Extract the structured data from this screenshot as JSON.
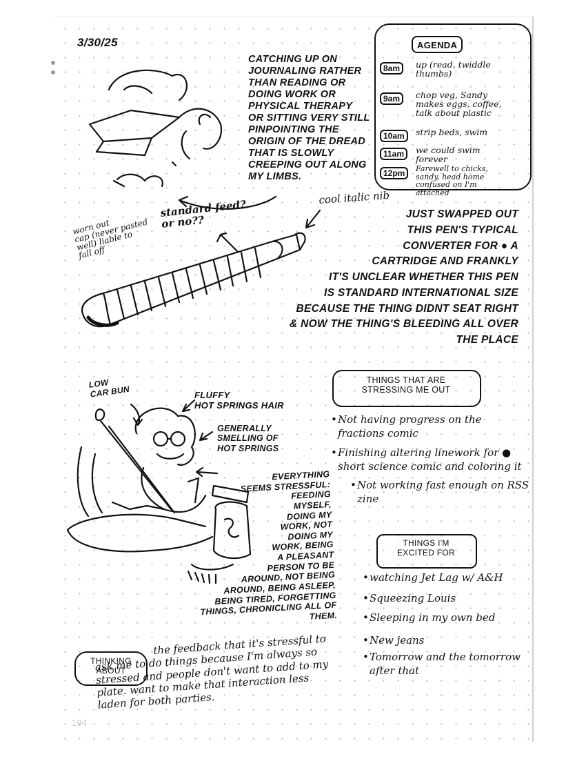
{
  "date": "3/30/25",
  "page_number": "194",
  "intro_text": "CATCHING UP ON\nJOURNALING RATHER\nTHAN READING OR\nDOING WORK OR\nPHYSICAL THERAPY\nOR SITTING VERY STILL\nPINPOINTING THE\nORIGIN OF THE DREAD\nTHAT IS SLOWLY\nCREEPING OUT ALONG\nMY LIMBS.",
  "agenda": {
    "title": "AGENDA",
    "items": [
      {
        "time": "8am",
        "text": "up (read, twiddle\nthumbs)"
      },
      {
        "time": "9am",
        "text": "chop veg, Sandy\nmakes eggs, coffee,\ntalk about plastic"
      },
      {
        "time": "10am",
        "text": "strip beds, swim"
      },
      {
        "time": "11am",
        "text": "we could swim\nforever"
      },
      {
        "time": "12pm",
        "text": "Farewell to chicks,\nsandy, head home\nconfused on I'm\nattached"
      }
    ]
  },
  "pen": {
    "label_worn_out": "worn out\ncap (never pasted\nwell) liable to\nfall off",
    "label_standard_feed": "standard feed?\nor no??",
    "label_cool_nib": "cool italic nib",
    "story": "JUST SWAPPED OUT\nTHIS PEN'S TYPICAL\nCONVERTER FOR ● A\nCARTRIDGE AND FRANKLY\nIT'S UNCLEAR WHETHER THIS PEN\nIS STANDARD INTERNATIONAL SIZE\nBECAUSE THE THING DIDNT SEAT RIGHT\n& NOW THE THING'S BLEEDING ALL OVER\nTHE PLACE"
  },
  "portrait": {
    "low_car_bun": "LOW\nCAR BUN",
    "fluffy_hair": "FLUFFY\nHOT SPRINGS HAIR",
    "smelling": "GENERALLY\nSMELLING OF\nHOT SPRINGS",
    "everything_stressful": "EVERYTHING\nSEEMS STRESSFUL:\nFEEDING\nMYSELF,\nDOING MY\nWORK, NOT\nDOING MY\nWORK, BEING\nA PLEASANT\nPERSON TO BE\nAROUND, NOT BEING\nAROUND, BEING ASLEEP,\nBEING TIRED, FORGETTING\nTHINGS, CHRONICLING ALL OF\nTHEM."
  },
  "stressing": {
    "title": "THINGS THAT ARE\nSTRESSING ME OUT",
    "items": [
      "Not having progress on the fractions comic",
      "Finishing altering linework for ● short science comic and coloring it",
      "Not working fast enough on RSS zine"
    ]
  },
  "excited": {
    "title": "THINGS I'M\nEXCITED FOR",
    "items": [
      "watching Jet Lag w/ A&H",
      "Squeezing Louis",
      "Sleeping in my own bed",
      "New jeans",
      "Tomorrow and the tomorrow after that"
    ]
  },
  "thinking": {
    "title": "THINKING\nABOUT",
    "text": "the feedback that it's stressful to ask me to do things because I'm always so stressed and people don't want to add to my plate. want to make that interaction less laden for both parties."
  }
}
